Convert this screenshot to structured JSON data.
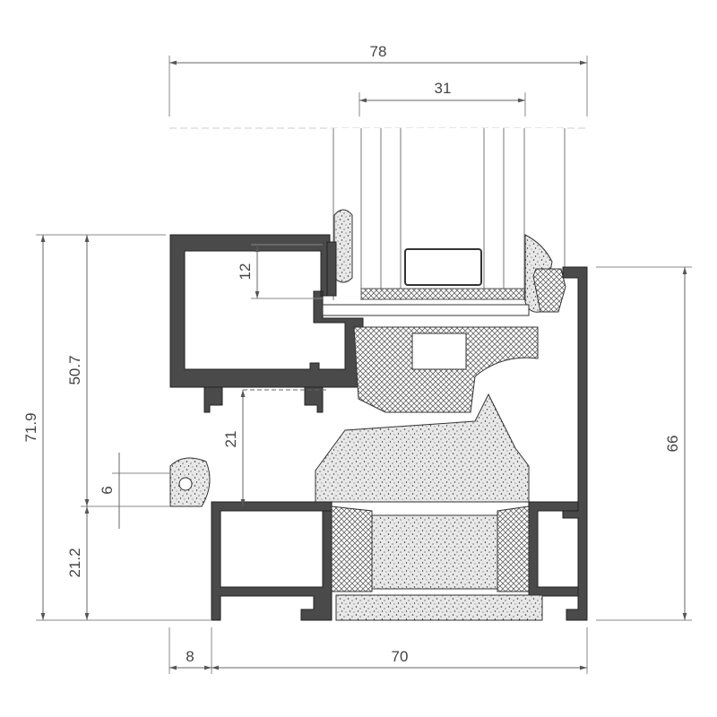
{
  "drawing": {
    "type": "window profile cross-section",
    "colors": {
      "aluminium": "#4a4a4a",
      "line": "#666666",
      "background": "#ffffff"
    },
    "dimensions": {
      "overall_width": "78",
      "glazing_width": "31",
      "sash_rebate": "12",
      "sash_height": "50.7",
      "total_height": "71.9",
      "inner_gap": "21",
      "gasket_offset": "6",
      "frame_height": "21.2",
      "frame_depth_right": "66",
      "overlap": "8",
      "frame_width": "70"
    }
  }
}
